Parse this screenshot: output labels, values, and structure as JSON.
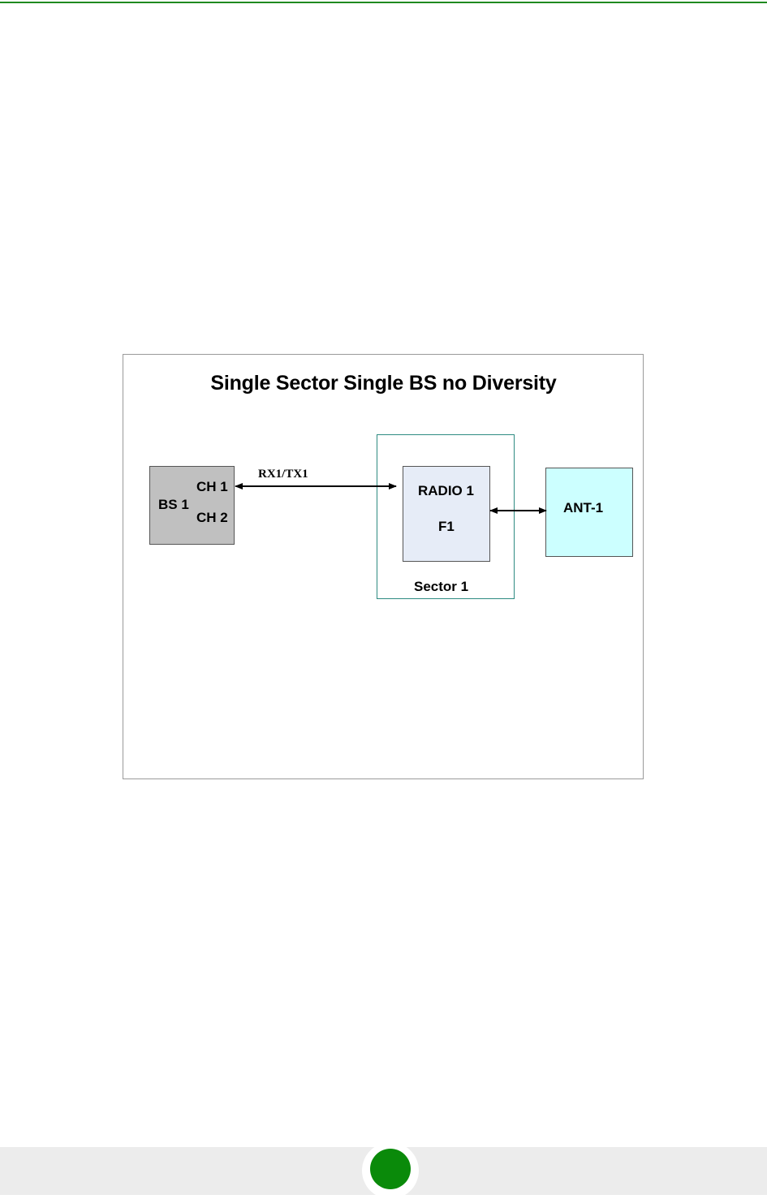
{
  "diagram": {
    "title": "Single Sector Single BS no Diversity",
    "base_station": {
      "label": "BS 1",
      "channels": [
        "CH 1",
        "CH 2"
      ]
    },
    "link": {
      "label": "RX1/TX1"
    },
    "sector": {
      "label": "Sector 1",
      "radio": {
        "label": "RADIO 1",
        "frequency": "F1"
      }
    },
    "antenna": {
      "label": "ANT-1"
    }
  },
  "colors": {
    "accent_rule": "#1f8a1f",
    "base_station_fill": "#c0c0c0",
    "radio_fill": "#e6ecf7",
    "antenna_fill": "#ccffff",
    "sector_border": "#2e8b82",
    "page_marker": "#0a8a0a",
    "footer_bar": "#ececec"
  }
}
